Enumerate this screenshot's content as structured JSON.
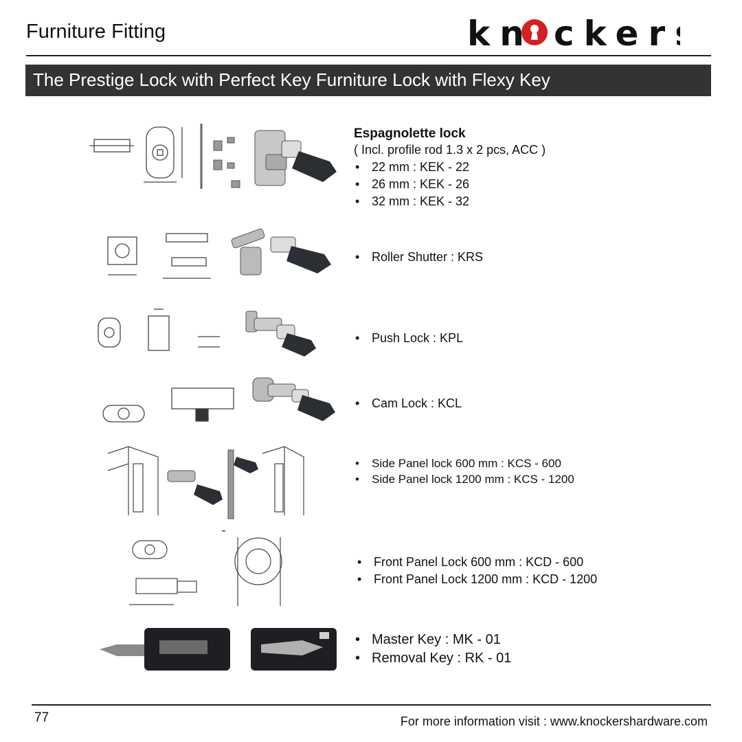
{
  "header": {
    "title": "Furniture Fitting",
    "brand": "knockers"
  },
  "banner": {
    "text": "The Prestige Lock with Perfect Key Furniture Lock with Flexy Key"
  },
  "products": [
    {
      "title": "Espagnolette lock",
      "subtitle": "( Incl. profile rod 1.3 x 2 pcs, ACC )",
      "items": [
        "22 mm : KEK - 22",
        "26 mm : KEK - 26",
        "32 mm : KEK - 32"
      ]
    },
    {
      "items": [
        "Roller Shutter : KRS"
      ]
    },
    {
      "items": [
        "Push Lock : KPL"
      ]
    },
    {
      "items": [
        "Cam Lock : KCL"
      ]
    },
    {
      "items": [
        "Side Panel lock 600 mm : KCS - 600",
        "Side Panel lock 1200 mm : KCS - 1200"
      ]
    },
    {
      "items": [
        "Front Panel Lock 600 mm : KCD - 600",
        "Front Panel Lock 1200 mm : KCD - 1200"
      ]
    },
    {
      "items": [
        "Master Key : MK - 01",
        "Removal Key : RK - 01"
      ]
    }
  ],
  "footer": {
    "page_number": "77",
    "info": "For more information visit : www.knockershardware.com"
  },
  "colors": {
    "banner_bg": "#333333",
    "banner_text": "#ffffff",
    "logo_accent": "#d42020",
    "rule": "#222222"
  }
}
